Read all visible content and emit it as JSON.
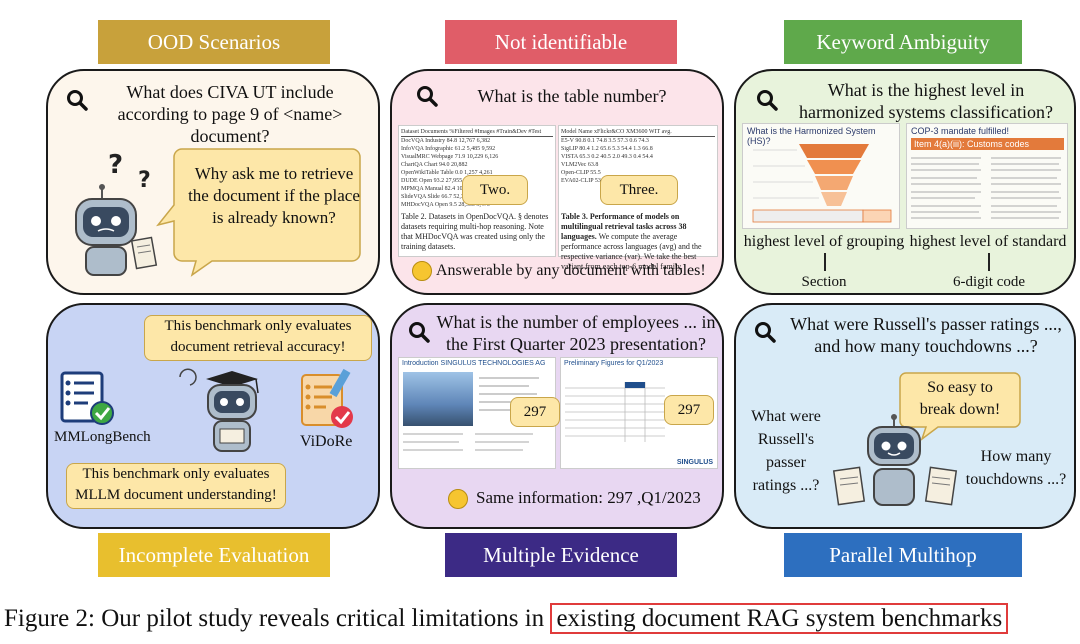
{
  "headers": {
    "ood": "OOD Scenarios",
    "not_identifiable": "Not identifiable",
    "keyword": "Keyword Ambiguity",
    "incomplete": "Incomplete Evaluation",
    "multiple": "Multiple Evidence",
    "parallel": "Parallel Multihop"
  },
  "colors": {
    "ood": "#c8a13b",
    "not_identifiable": "#e05d68",
    "keyword": "#5fa94b",
    "incomplete": "#e8bf2e",
    "multiple": "#3c2a85",
    "parallel": "#2d6fbf"
  },
  "ood": {
    "question": "What does CIVA UT include according to page 9 of <name> document?",
    "bubble": "Why ask me to retrieve the document if the place is already known?"
  },
  "not_identifiable": {
    "question": "What is the table number?",
    "tag_two": "Two.",
    "tag_three": "Three.",
    "caption_left": "Table 2. Datasets in OpenDocVQA. § denotes datasets requiring multi-hop reasoning. Note that MHDocVQA was created using only the training datasets.",
    "caption_right_bold": "Table 3. Performance of models on multilingual retrieval tasks across 38 languages.",
    "caption_right": "We compute the average performance across languages (avg) and the respective variance (var). We take the best variant from each top-6 model family.",
    "footer": "Answerable by any document with tables!",
    "left_table_header": "Dataset  Documents  %Filtered  #Images  #Train&Dev  #Test",
    "left_table_rows": [
      "DocVQA  Industry  84.8  12,767  6,382",
      "InfoVQA  Infographic  61.2  5,485  9,592",
      "VisualMRC  Webpage  71.9  10,229  6,126",
      "ChartQA  Chart  94.0  20,882",
      "OpenWikiTable  Table  0.0  1,257  4,261",
      "DUDE  Open  93.2  27,955  2,135",
      "MPMQA  Manual  82.4  10,018  3,054",
      "SlideVQA  Slide  66.7  52,380  8,192",
      "MHDocVQA  Open  9.5  28,550  9,470"
    ],
    "right_table_header": "Model Name  xFlickr&CO  XM3600  WIT  avg.",
    "right_table_rows": [
      "E5-V  90.8  0.1  74.8  3.5  57.3  0.6  74.3",
      "SigLIP  80.4  1.2  65.6  5.3  54.4  1.3  66.8",
      "VISTA  65.3  0.2  40.5  2.0  49.3  0.4  54.4",
      "VLM2Vec  63.8",
      "Open-CLIP  55.5",
      "EVA02-CLIP  53"
    ]
  },
  "keyword": {
    "question": "What is the highest level in harmonized systems classification?",
    "slide_left_title": "What is the Harmonized System (HS)?",
    "slide_right_title": "COP-3 mandate fulfilled!",
    "slide_right_subtitle": "Item 4(a)(iii): Customs codes",
    "label_left": "highest level of grouping",
    "label_right": "highest level of standard",
    "answer_left": "Section",
    "answer_right": "6-digit code"
  },
  "incomplete": {
    "bubble_top": "This benchmark only evaluates document retrieval accuracy!",
    "bubble_bottom": "This benchmark only evaluates MLLM document understanding!",
    "label_left": "MMLongBench",
    "label_right": "ViDoRe"
  },
  "multiple": {
    "question": "What is the number of employees ... in the First Quarter 2023 presentation?",
    "slide_left_title": "Introduction SINGULUS TECHNOLOGIES AG",
    "slide_right_title": "Preliminary Figures for Q1/2023",
    "tag_left": "297",
    "tag_right": "297",
    "brand": "SINGULUS",
    "footer": "Same information: 297 ,Q1/2023"
  },
  "parallel": {
    "question": "What were Russell's passer ratings ..., and how many touchdowns ...?",
    "bubble": "So easy to break down!",
    "left_text": "What were Russell's passer ratings ...?",
    "right_text": "How many touchdowns ...?"
  },
  "caption": {
    "prefix": "Figure 2: Our pilot study reveals critical limitations in ",
    "highlight": "existing document RAG system benchmarks"
  }
}
